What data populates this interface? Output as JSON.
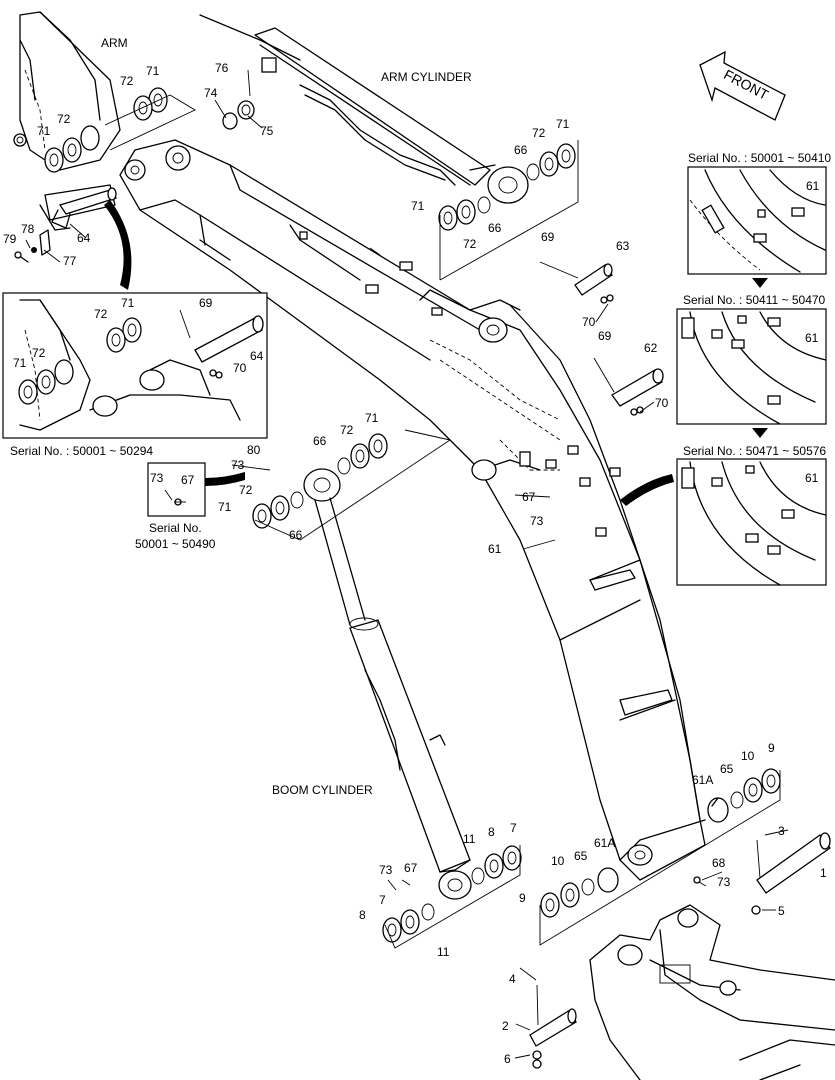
{
  "titles": {
    "arm": "ARM",
    "arm_cylinder": "ARM CYLINDER",
    "boom_cylinder": "BOOM CYLINDER",
    "front": "FRONT"
  },
  "insets": {
    "left": "Serial No. : 50001 ~ 50294",
    "right1": "Serial No. : 50001 ~ 50410",
    "right2": "Serial No. : 50411 ~ 50470",
    "right3": "Serial No. : 50471 ~ 50576",
    "small_line1": "Serial No.",
    "small_line2": "50001 ~ 50490"
  },
  "parts": {
    "p1": "1",
    "p2": "2",
    "p3": "3",
    "p4": "4",
    "p5": "5",
    "p6": "6",
    "p7": "7",
    "p8": "8",
    "p9": "9",
    "p10": "10",
    "p11": "11",
    "p61": "61",
    "p61a": "61A",
    "p62": "62",
    "p63": "63",
    "p64": "64",
    "p65": "65",
    "p66": "66",
    "p67": "67",
    "p68": "68",
    "p69": "69",
    "p70": "70",
    "p71": "71",
    "p72": "72",
    "p73": "73",
    "p74": "74",
    "p75": "75",
    "p76": "76",
    "p77": "77",
    "p78": "78",
    "p79": "79",
    "p80": "80"
  }
}
